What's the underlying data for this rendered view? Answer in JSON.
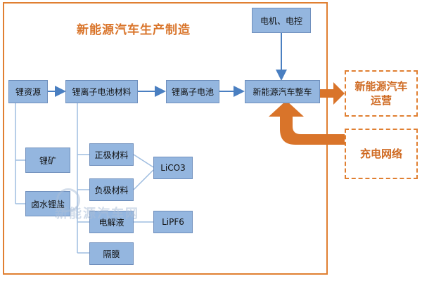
{
  "title": "新能源汽车生产制造",
  "nodes": {
    "motor_control": "电机、电控",
    "lithium_resource": "锂资源",
    "battery_material": "锂离子电池材料",
    "battery": "锂离子电池",
    "vehicle": "新能源汽车整车",
    "lithium_ore": "锂矿",
    "brine": "卤水锂盐",
    "cathode": "正极材料",
    "anode": "负极材料",
    "electrolyte": "电解液",
    "separator": "隔膜",
    "lico3": "LiCO3",
    "lipf6": "LiPF6",
    "operation": "新能源汽车\n运营",
    "charging": "充电网络"
  },
  "colors": {
    "accent": "#e07f31",
    "box": "#94b6df",
    "arrow": "#4a7fc1"
  },
  "watermark": "新能源汽车网"
}
